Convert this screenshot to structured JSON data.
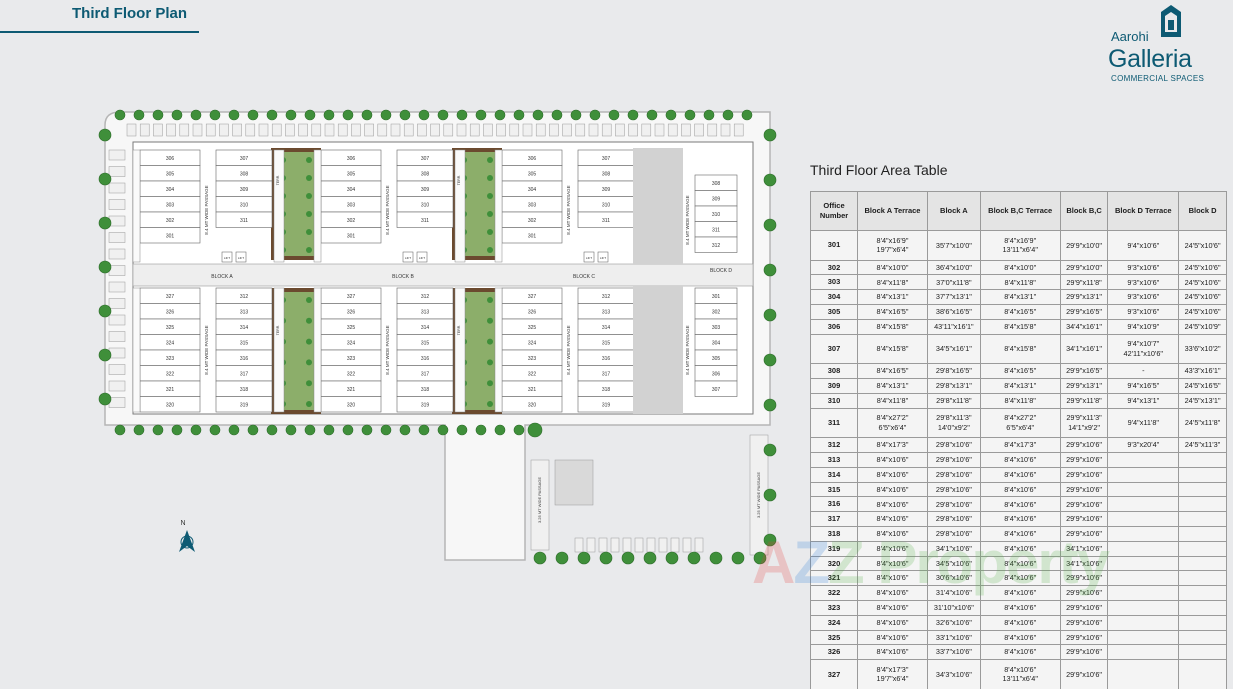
{
  "header": {
    "title": "Third Floor Plan"
  },
  "logo": {
    "line1": "Aarohi",
    "line2": "Galleria",
    "line3": "COMMERCIAL SPACES"
  },
  "plan": {
    "compass": "N",
    "blocks": [
      "BLOCK A",
      "BLOCK B",
      "BLOCK C",
      "BLOCK D"
    ],
    "passage_main": "8.4 MT WIDE PASSAGE",
    "passage_side": "3.25 MT WIDE PASSAGE",
    "terrace_label": "TERR.",
    "lift_label": "LIFT",
    "units": {
      "upper_left": [
        "306",
        "305",
        "304",
        "303",
        "302",
        "301"
      ],
      "upper_right": [
        "307",
        "308",
        "309",
        "310",
        "311"
      ],
      "lower_left": [
        "327",
        "326",
        "325",
        "324",
        "323",
        "322",
        "321",
        "320"
      ],
      "lower_right": [
        "312",
        "313",
        "314",
        "315",
        "316",
        "317",
        "318",
        "319"
      ],
      "d_upper": [
        "308",
        "309",
        "310",
        "311",
        "312"
      ],
      "d_lower": [
        "301",
        "302",
        "303",
        "304",
        "305",
        "306",
        "307"
      ]
    }
  },
  "area_table": {
    "title": "Third Floor Area Table",
    "columns": [
      "Office Number",
      "Block A Terrace",
      "Block A",
      "Block B,C Terrace",
      "Block B,C",
      "Block D Terrace",
      "Block D"
    ],
    "rows": [
      {
        "c": [
          "301",
          "8'4\"x16'9\"\n19'7\"x6'4\"",
          "35'7\"x10'0\"",
          "8'4\"x16'9\"\n13'11\"x6'4\"",
          "29'9\"x10'0\"",
          "9'4\"x10'6\"",
          "24'5\"x10'6\""
        ],
        "tall": true
      },
      {
        "c": [
          "302",
          "8'4\"x10'0\"",
          "36'4\"x10'0\"",
          "8'4\"x10'0\"",
          "29'9\"x10'0\"",
          "9'3\"x10'6\"",
          "24'5\"x10'6\""
        ]
      },
      {
        "c": [
          "303",
          "8'4\"x11'8\"",
          "37'0\"x11'8\"",
          "8'4\"x11'8\"",
          "29'9\"x11'8\"",
          "9'3\"x10'6\"",
          "24'5\"x10'6\""
        ]
      },
      {
        "c": [
          "304",
          "8'4\"x13'1\"",
          "37'7\"x13'1\"",
          "8'4\"x13'1\"",
          "29'9\"x13'1\"",
          "9'3\"x10'6\"",
          "24'5\"x10'6\""
        ]
      },
      {
        "c": [
          "305",
          "8'4\"x16'5\"",
          "38'6\"x16'5\"",
          "8'4\"x16'5\"",
          "29'9\"x16'5\"",
          "9'3\"x10'6\"",
          "24'5\"x10'6\""
        ]
      },
      {
        "c": [
          "306",
          "8'4\"x15'8\"",
          "43'11\"x16'1\"",
          "8'4\"x15'8\"",
          "34'4\"x16'1\"",
          "9'4\"x10'9\"",
          "24'5\"x10'9\""
        ]
      },
      {
        "c": [
          "307",
          "8'4\"x15'8\"",
          "34'5\"x16'1\"",
          "8'4\"x15'8\"",
          "34'1\"x16'1\"",
          "9'4\"x10'7\"\n42'11\"x10'6\"",
          "33'6\"x10'2\""
        ],
        "tall": true
      },
      {
        "c": [
          "308",
          "8'4\"x16'5\"",
          "29'8\"x16'5\"",
          "8'4\"x16'5\"",
          "29'9\"x16'5\"",
          "-",
          "43'3\"x16'1\""
        ]
      },
      {
        "c": [
          "309",
          "8'4\"x13'1\"",
          "29'8\"x13'1\"",
          "8'4\"x13'1\"",
          "29'9\"x13'1\"",
          "9'4\"x16'5\"",
          "24'5\"x16'5\""
        ]
      },
      {
        "c": [
          "310",
          "8'4\"x11'8\"",
          "29'8\"x11'8\"",
          "8'4\"x11'8\"",
          "29'9\"x11'8\"",
          "9'4\"x13'1\"",
          "24'5\"x13'1\""
        ]
      },
      {
        "c": [
          "311",
          "8'4\"x27'2\"\n6'5\"x6'4\"",
          "29'8\"x11'3\"\n14'0\"x9'2\"",
          "8'4\"x27'2\"\n6'5\"x6'4\"",
          "29'9\"x11'3\"\n14'1\"x9'2\"",
          "9'4\"x11'8\"",
          "24'5\"x11'8\""
        ],
        "tall": true
      },
      {
        "c": [
          "312",
          "8'4\"x17'3\"",
          "29'8\"x10'6\"",
          "8'4\"x17'3\"",
          "29'9\"x10'6\"",
          "9'3\"x20'4\"",
          "24'5\"x11'3\""
        ]
      },
      {
        "c": [
          "313",
          "8'4\"x10'6\"",
          "29'8\"x10'6\"",
          "8'4\"x10'6\"",
          "29'9\"x10'6\"",
          "",
          ""
        ]
      },
      {
        "c": [
          "314",
          "8'4\"x10'6\"",
          "29'8\"x10'6\"",
          "8'4\"x10'6\"",
          "29'9\"x10'6\"",
          "",
          ""
        ]
      },
      {
        "c": [
          "315",
          "8'4\"x10'6\"",
          "29'8\"x10'6\"",
          "8'4\"x10'6\"",
          "29'9\"x10'6\"",
          "",
          ""
        ]
      },
      {
        "c": [
          "316",
          "8'4\"x10'6\"",
          "29'8\"x10'6\"",
          "8'4\"x10'6\"",
          "29'9\"x10'6\"",
          "",
          ""
        ]
      },
      {
        "c": [
          "317",
          "8'4\"x10'6\"",
          "29'8\"x10'6\"",
          "8'4\"x10'6\"",
          "29'9\"x10'6\"",
          "",
          ""
        ]
      },
      {
        "c": [
          "318",
          "8'4\"x10'6\"",
          "29'8\"x10'6\"",
          "8'4\"x10'6\"",
          "29'9\"x10'6\"",
          "",
          ""
        ]
      },
      {
        "c": [
          "319",
          "8'4\"x10'6\"",
          "34'1\"x10'6\"",
          "8'4\"x10'6\"",
          "34'1\"x10'6\"",
          "",
          ""
        ]
      },
      {
        "c": [
          "320",
          "8'4\"x10'6\"",
          "34'5\"x10'6\"",
          "8'4\"x10'6\"",
          "34'1\"x10'6\"",
          "",
          ""
        ]
      },
      {
        "c": [
          "321",
          "8'4\"x10'6\"",
          "30'6\"x10'6\"",
          "8'4\"x10'6\"",
          "29'9\"x10'6\"",
          "",
          ""
        ]
      },
      {
        "c": [
          "322",
          "8'4\"x10'6\"",
          "31'4\"x10'6\"",
          "8'4\"x10'6\"",
          "29'9\"x10'6\"",
          "",
          ""
        ]
      },
      {
        "c": [
          "323",
          "8'4\"x10'6\"",
          "31'10\"x10'6\"",
          "8'4\"x10'6\"",
          "29'9\"x10'6\"",
          "",
          ""
        ]
      },
      {
        "c": [
          "324",
          "8'4\"x10'6\"",
          "32'6\"x10'6\"",
          "8'4\"x10'6\"",
          "29'9\"x10'6\"",
          "",
          ""
        ]
      },
      {
        "c": [
          "325",
          "8'4\"x10'6\"",
          "33'1\"x10'6\"",
          "8'4\"x10'6\"",
          "29'9\"x10'6\"",
          "",
          ""
        ]
      },
      {
        "c": [
          "326",
          "8'4\"x10'6\"",
          "33'7\"x10'6\"",
          "8'4\"x10'6\"",
          "29'9\"x10'6\"",
          "",
          ""
        ]
      },
      {
        "c": [
          "327",
          "8'4\"x17'3\"\n19'7\"x6'4\"",
          "34'3\"x10'6\"",
          "8'4\"x10'6\"\n13'11\"x6'4\"",
          "29'9\"x10'6\"",
          "",
          ""
        ],
        "tall": true
      }
    ]
  },
  "watermark": {
    "a": "A",
    "z": "Z",
    "rest": "Z Property"
  },
  "colors": {
    "brand": "#0d5a73",
    "tree": "#3f8f3a",
    "garden": "#6b4a2f",
    "grass": "#8cae6a"
  }
}
